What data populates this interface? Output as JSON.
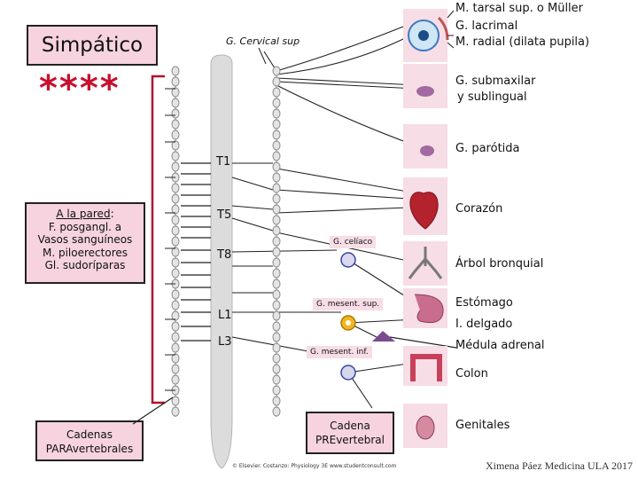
{
  "title": "Simpático",
  "stars": "****",
  "ganglion_cervical": "G. Cervical sup",
  "wall_box": {
    "line1_underlined": "A la pared",
    "line1_suffix": ":",
    "line2": "F. posgangl. a",
    "line3": "Vasos sanguíneos",
    "line4": "M. piloerectores",
    "line5": "Gl. sudoríparas"
  },
  "paravertebral_box": {
    "line1": "Cadenas",
    "line2": "PARAvertebrales"
  },
  "prevertebral_box": {
    "line1": "Cadena",
    "line2": "PREvertebral"
  },
  "segments": {
    "t1": "T1",
    "t5": "T5",
    "t8": "T8",
    "l1": "L1",
    "l3": "L3"
  },
  "ganglia": {
    "celiac": "G. celíaco",
    "mesent_sup": "G. mesent. sup.",
    "mesent_inf": "G. mesent. inf."
  },
  "organs": {
    "eye_line1": "M. tarsal sup. o Müller",
    "eye_line2": "G. lacrimal",
    "eye_line3": "M. radial (dilata pupila)",
    "submaxilar_line1": "G. submaxilar",
    "submaxilar_line2": "y sublingual",
    "parotid": "G. parótida",
    "heart": "Corazón",
    "lung": "Árbol bronquial",
    "stomach": "Estómago",
    "intestine": "I. delgado",
    "adrenal": "Médula adrenal",
    "colon": "Colon",
    "genitals": "Genitales"
  },
  "credit_small": "© Elsevier. Costanzo: Physiology 3E www.studentconsult.com",
  "credit_author": "Ximena Páez Medicina ULA 2017",
  "colors": {
    "box_fill": "#f6d3df",
    "stars_red": "#c8102e",
    "bracket_red": "#b0122e",
    "ganglion_blue": "#3344aa",
    "ganglion_yellow": "#f2b622"
  }
}
